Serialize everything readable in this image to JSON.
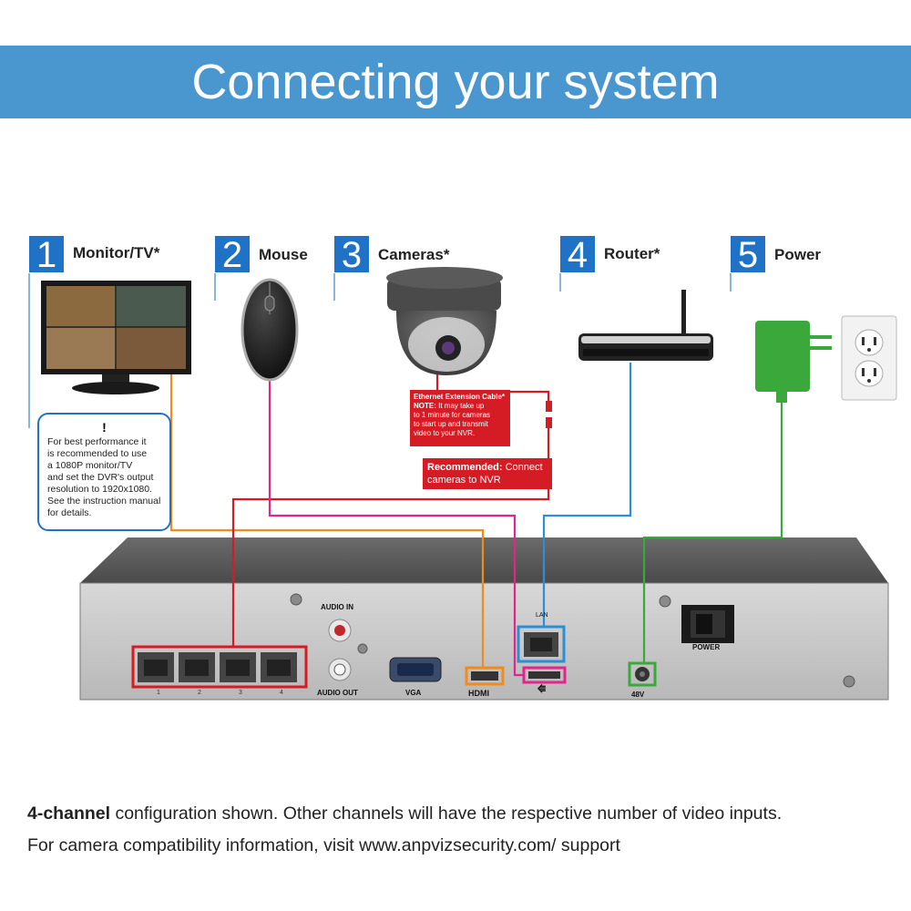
{
  "header": {
    "title": "Connecting your system"
  },
  "steps": [
    {
      "number": "1",
      "label": "Monitor/TV*"
    },
    {
      "number": "2",
      "label": "Mouse"
    },
    {
      "number": "3",
      "label": "Cameras*"
    },
    {
      "number": "4",
      "label": "Router*"
    },
    {
      "number": "5",
      "label": "Power"
    }
  ],
  "monitor_note": {
    "icon": "!",
    "lines": [
      "For best performance it",
      "is recommended to use",
      "a 1080P monitor/TV",
      "and set the DVR's output",
      "resolution to 1920x1080.",
      "See the instruction manual",
      "for details."
    ]
  },
  "camera_note": {
    "title": "Ethernet Extension Cable*",
    "note_label": "NOTE:",
    "line1": " It may take up",
    "lines": [
      "to 1 minute for cameras",
      "to start up and transmit",
      "video to your NVR."
    ]
  },
  "recommended": {
    "label": "Recommended:",
    "text1": " Connect",
    "text2": "cameras to NVR"
  },
  "nvr_labels": {
    "audio_in": "AUDIO IN",
    "audio_out": "AUDIO OUT",
    "vga": "VGA",
    "hdmi": "HDMI",
    "lan": "LAN",
    "power": "POWER",
    "dc": "48V",
    "ports": [
      "1",
      "2",
      "3",
      "4"
    ]
  },
  "colors": {
    "banner": "#4a96cf",
    "step_box": "#1f72c6",
    "monitor_line": "#f08c1e",
    "mouse_line": "#e0268c",
    "camera_line": "#d51b24",
    "router_line": "#2a8fd6",
    "power_line": "#3aa83a"
  },
  "footer": {
    "bold": "4-channel",
    "line1": " configuration shown. Other channels will have the respective number of video inputs.",
    "line2": "For camera compatibility information, visit www.anpvizsecurity.com/ support"
  }
}
